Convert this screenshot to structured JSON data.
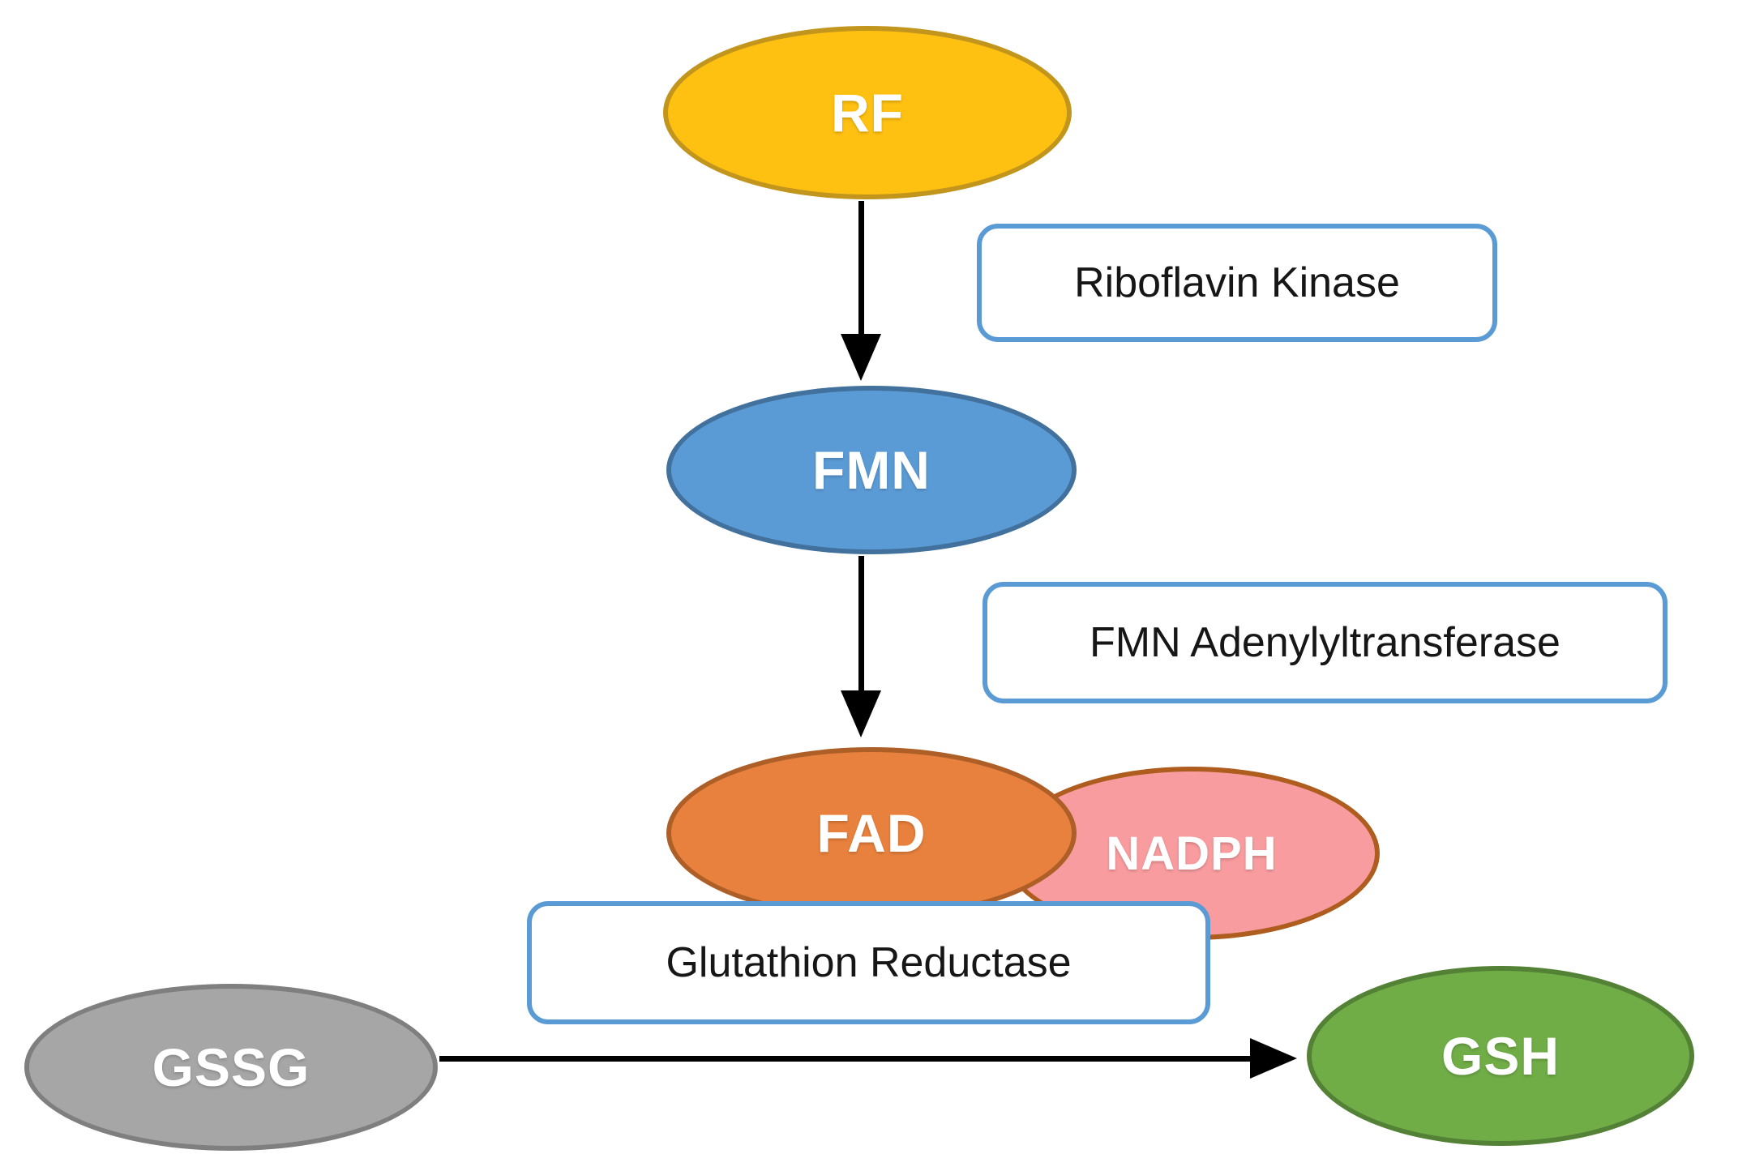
{
  "diagram": {
    "type": "pathway-flowchart",
    "nodes": {
      "rf": {
        "label": "RF",
        "fill": "#FEC011",
        "border": "#C2951C"
      },
      "fmn": {
        "label": "FMN",
        "fill": "#5B9BD5",
        "border": "#41719C"
      },
      "fad": {
        "label": "FAD",
        "fill": "#E8813D",
        "border": "#AE5F28"
      },
      "nadph": {
        "label": "NADPH",
        "fill": "#F99C9F",
        "border": "#AE5D1E"
      },
      "gssg": {
        "label": "GSSG",
        "fill": "#A6A6A6",
        "border": "#7F7F7F"
      },
      "gsh": {
        "label": "GSH",
        "fill": "#70AD47",
        "border": "#538135"
      }
    },
    "enzymes": {
      "riboflavin_kinase": {
        "label": "Riboflavin Kinase"
      },
      "fmn_adenylyltransferase": {
        "label": "FMN Adenylyltransferase"
      },
      "glutathion_reductase": {
        "label": "Glutathion Reductase"
      }
    },
    "edges": [
      {
        "from": "RF",
        "to": "FMN",
        "enzyme": "Riboflavin Kinase"
      },
      {
        "from": "FMN",
        "to": "FAD",
        "enzyme": "FMN Adenylyltransferase"
      },
      {
        "from": "GSSG",
        "to": "GSH",
        "enzyme": "Glutathion Reductase"
      }
    ],
    "enzyme_box_border_color": "#5B9BD5",
    "arrow_color": "#000000",
    "background_color": "#FFFFFF"
  }
}
